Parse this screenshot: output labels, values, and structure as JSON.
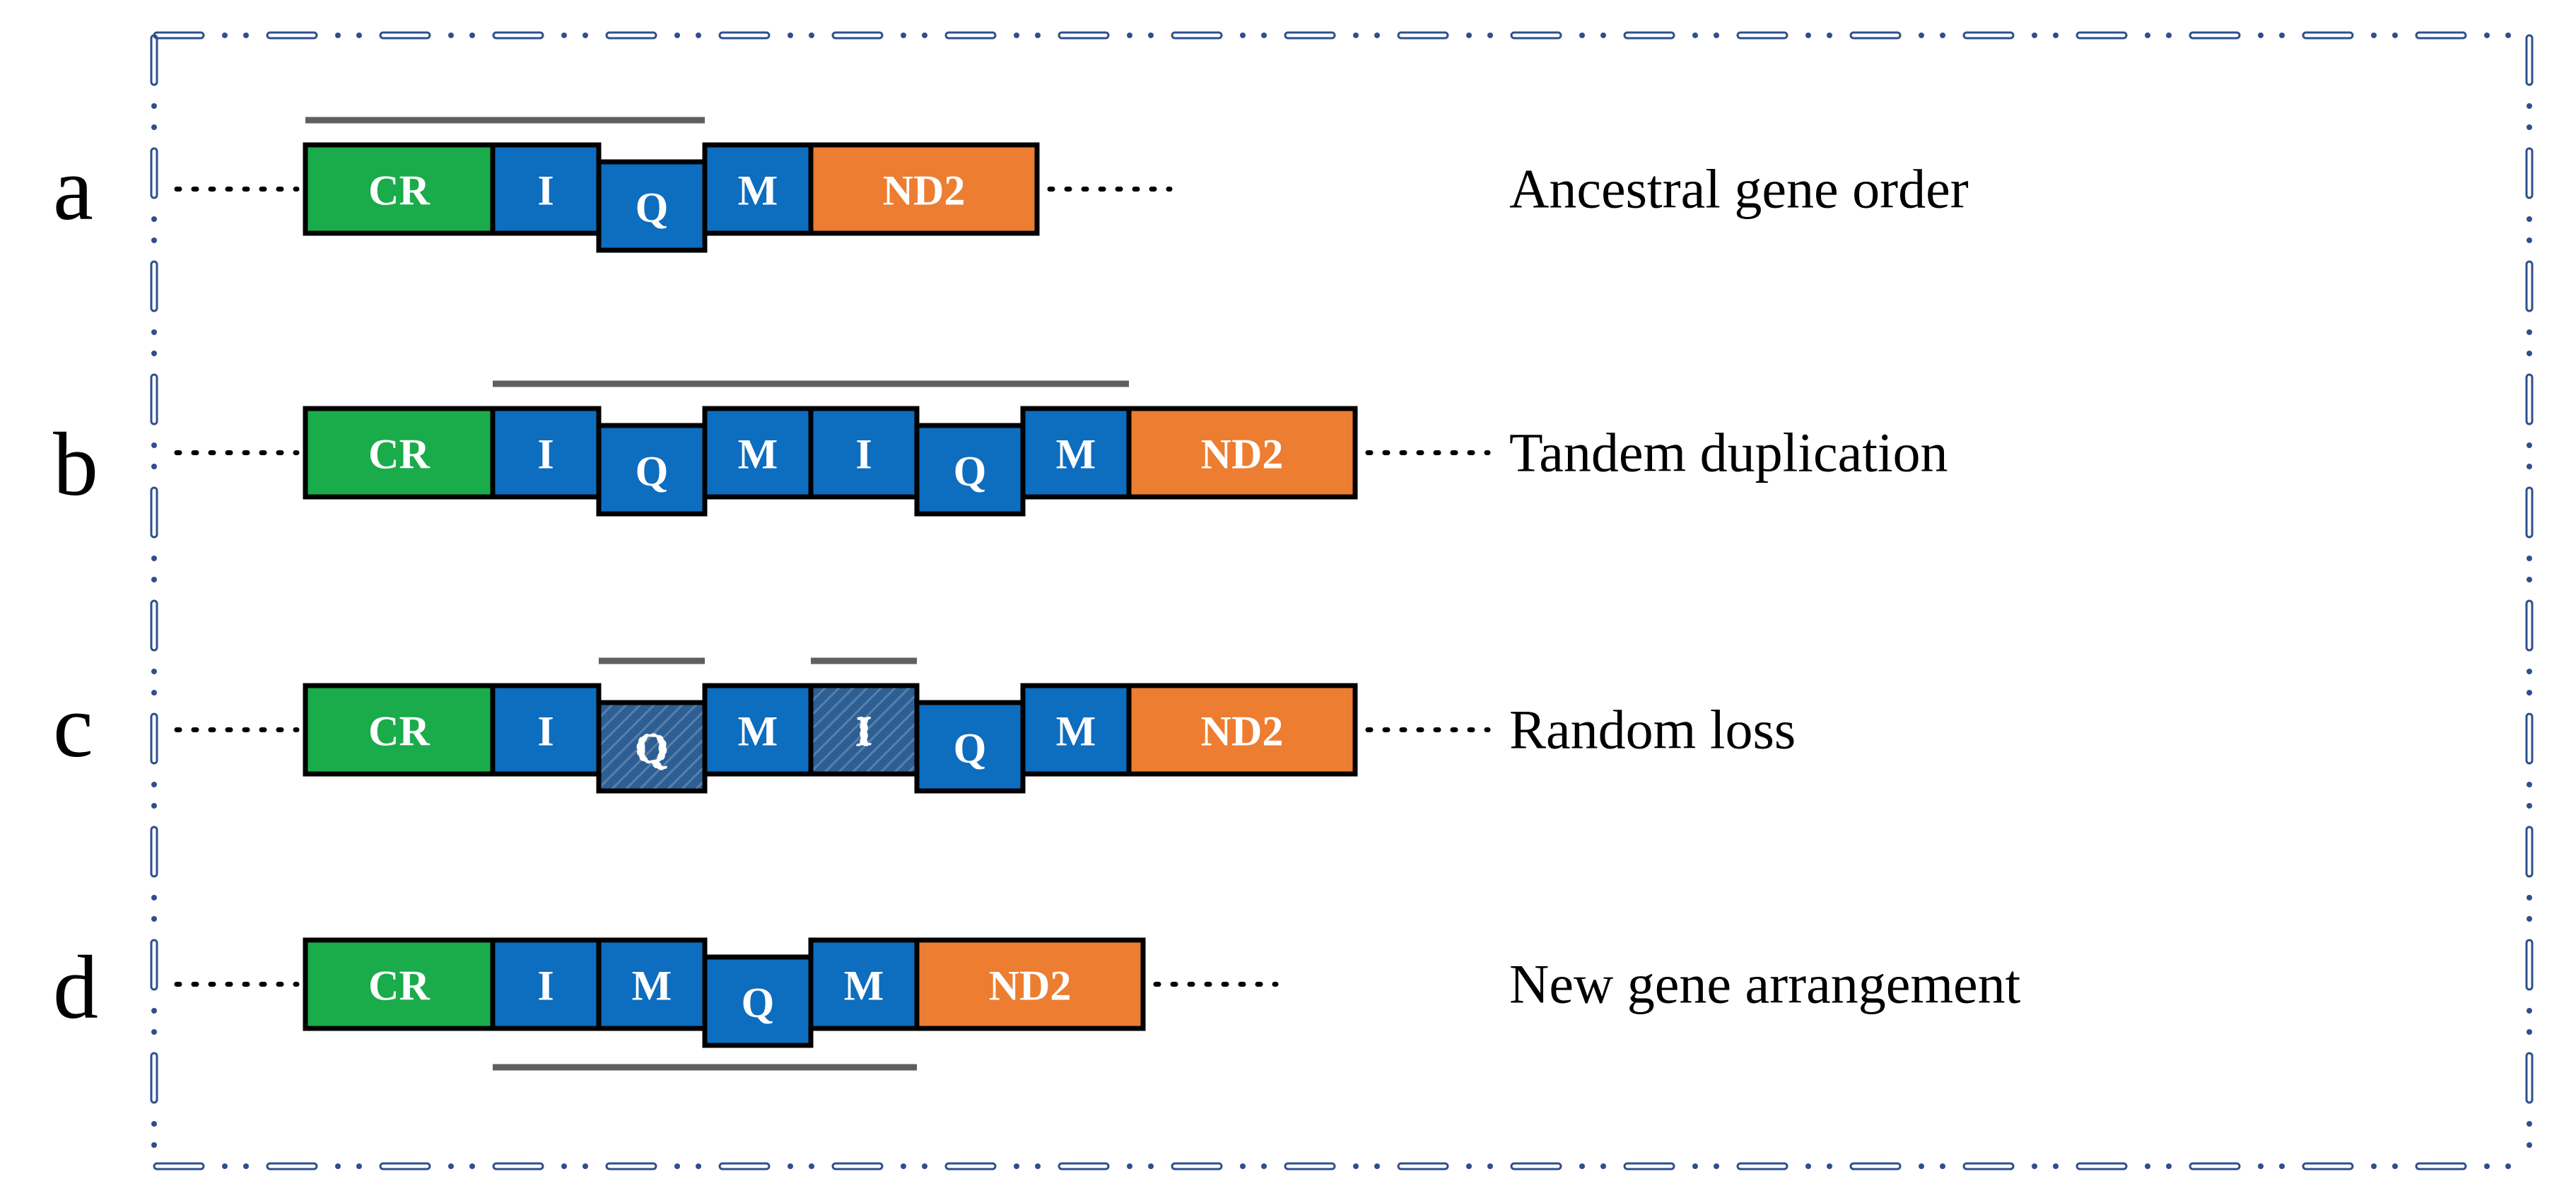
{
  "colors": {
    "CR": "#1aab4b",
    "trna": "#0d6dbf",
    "ND2": "#ed7d31",
    "bracket": "#5f5f5f",
    "border": "#2e4f8f",
    "lost_fill": "#2d5f95"
  },
  "rows": [
    {
      "letter": "a",
      "description": "Ancestral gene order",
      "genes": [
        {
          "name": "CR",
          "type": "CR"
        },
        {
          "name": "I",
          "type": "trna"
        },
        {
          "name": "Q",
          "type": "trna",
          "lowered": true
        },
        {
          "name": "M",
          "type": "trna"
        },
        {
          "name": "ND2",
          "type": "ND2"
        }
      ]
    },
    {
      "letter": "b",
      "description": "Tandem duplication",
      "genes": [
        {
          "name": "CR",
          "type": "CR"
        },
        {
          "name": "I",
          "type": "trna"
        },
        {
          "name": "Q",
          "type": "trna",
          "lowered": true
        },
        {
          "name": "M",
          "type": "trna"
        },
        {
          "name": "I",
          "type": "trna"
        },
        {
          "name": "Q",
          "type": "trna",
          "lowered": true
        },
        {
          "name": "M",
          "type": "trna"
        },
        {
          "name": "ND2",
          "type": "ND2"
        }
      ]
    },
    {
      "letter": "c",
      "description": "Random loss",
      "genes": [
        {
          "name": "CR",
          "type": "CR"
        },
        {
          "name": "I",
          "type": "trna"
        },
        {
          "name": "Q",
          "type": "trna",
          "lowered": true,
          "lost": true
        },
        {
          "name": "M",
          "type": "trna"
        },
        {
          "name": "I",
          "type": "trna",
          "lost": true
        },
        {
          "name": "Q",
          "type": "trna",
          "lowered": true
        },
        {
          "name": "M",
          "type": "trna"
        },
        {
          "name": "ND2",
          "type": "ND2"
        }
      ]
    },
    {
      "letter": "d",
      "description": "New gene arrangement",
      "genes": [
        {
          "name": "CR",
          "type": "CR"
        },
        {
          "name": "I",
          "type": "trna"
        },
        {
          "name": "M",
          "type": "trna"
        },
        {
          "name": "Q",
          "type": "trna",
          "lowered": true
        },
        {
          "name": "M",
          "type": "trna"
        },
        {
          "name": "ND2",
          "type": "ND2"
        }
      ]
    }
  ]
}
